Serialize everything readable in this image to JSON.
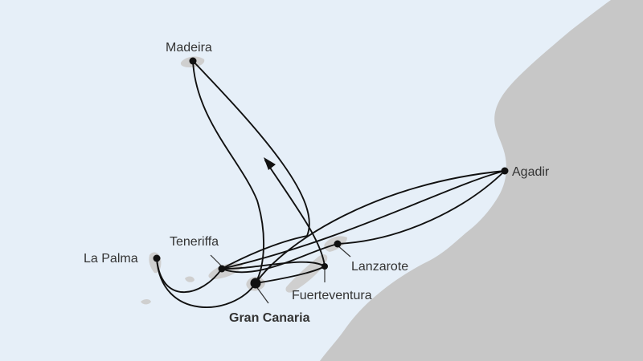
{
  "colors": {
    "sea": "#e6eff8",
    "land": "#c7c7c7",
    "island": "#cfcfcf",
    "route": "#111111",
    "label": "#333333"
  },
  "ports": {
    "madeira": {
      "name": "Madeira"
    },
    "agadir": {
      "name": "Agadir"
    },
    "la_palma": {
      "name": "La Palma"
    },
    "teneriffa": {
      "name": "Teneriffa"
    },
    "lanzarote": {
      "name": "Lanzarote"
    },
    "fuerteventura": {
      "name": "Fuerteventura"
    },
    "gran_canaria": {
      "name": "Gran Canaria",
      "home_port": true
    }
  },
  "icons": {
    "direction": "route-direction-arrow-icon"
  }
}
